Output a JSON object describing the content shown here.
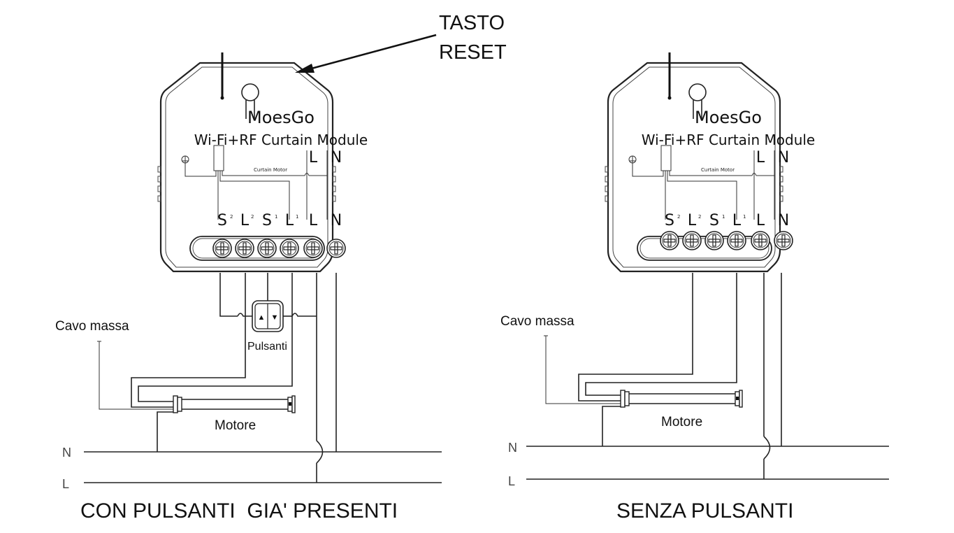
{
  "annotation": {
    "line1": "TASTO",
    "line2": "RESET"
  },
  "module": {
    "brand": "MoesGo",
    "model": "Wi-Fi+RF Curtain Module",
    "input_labels": [
      "L",
      "N"
    ],
    "internal_label": "Curtain Motor",
    "terminals": [
      {
        "main": "S",
        "sup": "2"
      },
      {
        "main": "L",
        "sup": "2"
      },
      {
        "main": "S",
        "sup": "1"
      },
      {
        "main": "L",
        "sup": "1"
      },
      {
        "main": "L",
        "sup": ""
      },
      {
        "main": "N",
        "sup": ""
      }
    ]
  },
  "diagrams": [
    {
      "id": "with-buttons",
      "caption": "CON PULSANTI  GIA' PRESENTI",
      "ground_label": "Cavo massa",
      "buttons_label": "Pulsanti",
      "button_glyphs": [
        "▲",
        "▼"
      ],
      "motor_label": "Motore",
      "bus_labels": [
        "N",
        "L"
      ]
    },
    {
      "id": "without-buttons",
      "caption": "SENZA PULSANTI",
      "ground_label": "Cavo massa",
      "motor_label": "Motore",
      "bus_labels": [
        "N",
        "L"
      ]
    }
  ]
}
